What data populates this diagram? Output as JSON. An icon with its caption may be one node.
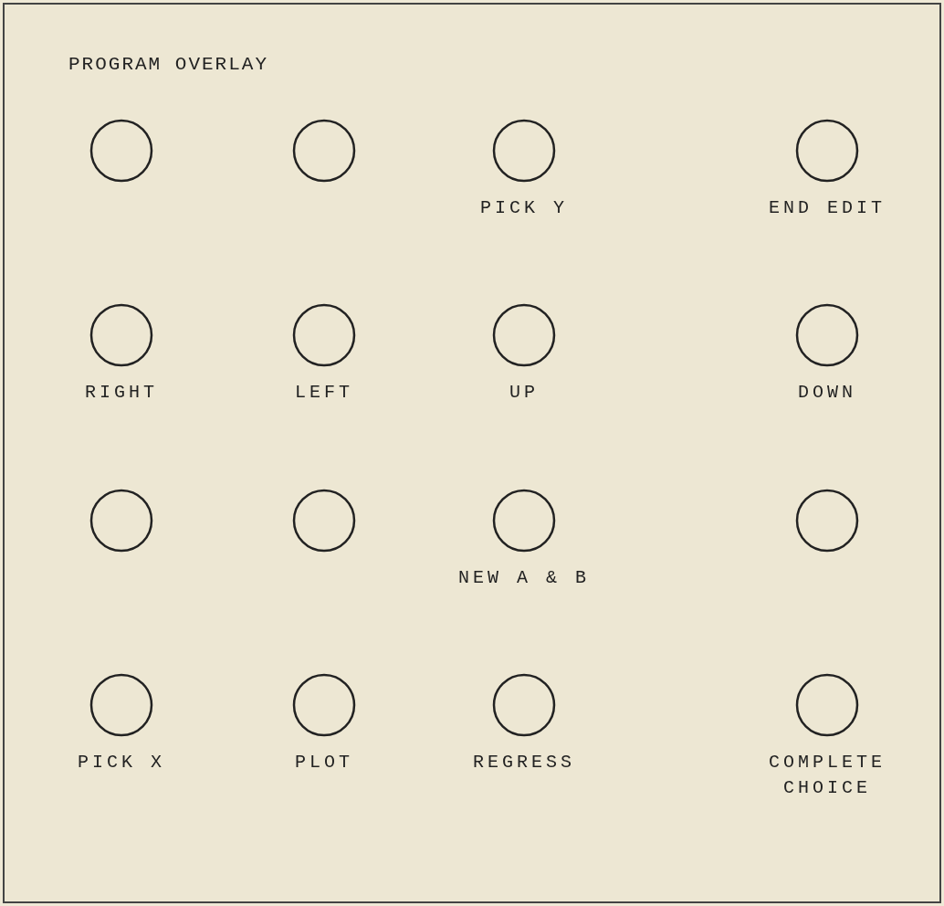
{
  "diagram": {
    "nodes": [
      {
        "text": [
          "PROGRAM OVERLAY"
        ]
      },
      {
        "text": [],
        "shape": "circle",
        "in": 0
      },
      {
        "text": [],
        "shape": "circle",
        "in": 0
      },
      {
        "text": [
          "PICK Y"
        ],
        "in": 0
      },
      {
        "text": [
          "END EDIT"
        ],
        "in": 0
      },
      {
        "text": [
          "RIGHT"
        ],
        "in": 0
      },
      {
        "text": [
          "LEFT"
        ],
        "in": 0
      },
      {
        "text": [
          "UP"
        ],
        "in": 0
      },
      {
        "text": [
          "DOWN"
        ],
        "in": 0
      },
      {
        "text": [],
        "shape": "circle",
        "in": 0
      },
      {
        "text": [],
        "shape": "circle",
        "in": 0
      },
      {
        "text": [
          "NEW A & B"
        ],
        "in": 0
      },
      {
        "text": [],
        "shape": "circle",
        "in": 0
      },
      {
        "text": [
          "PICK X"
        ],
        "in": 0
      },
      {
        "text": [
          "PLOT"
        ],
        "in": 0
      },
      {
        "text": [
          "REGRESS"
        ],
        "in": 0
      },
      {
        "text": [
          "COMPLETE CHOICE"
        ],
        "in": 0
      }
    ]
  }
}
